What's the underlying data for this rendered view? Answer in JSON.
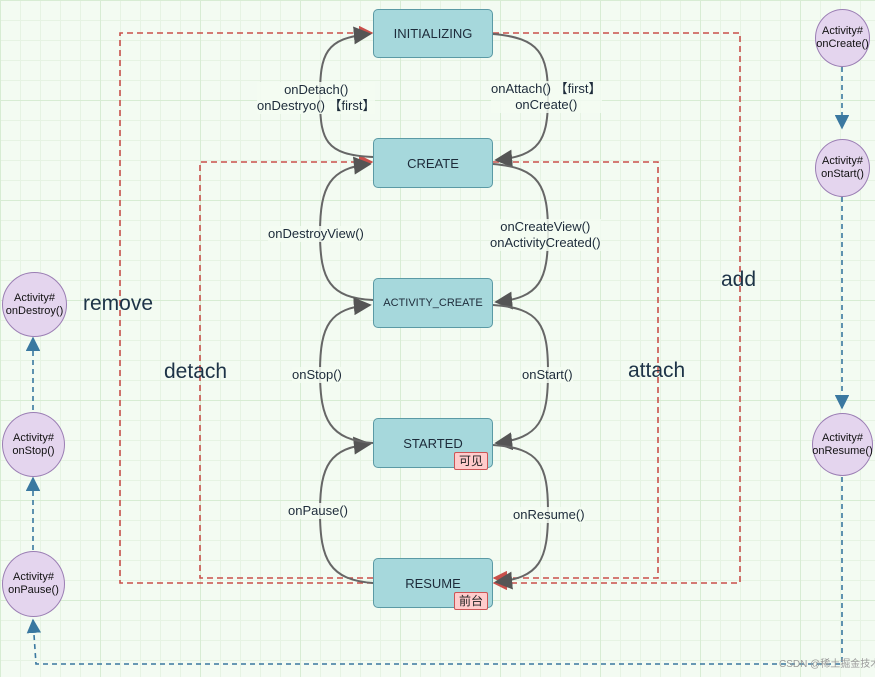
{
  "states": {
    "initializing": "INITIALIZING",
    "create": "CREATE",
    "activity_create": "ACTIVITY_CREATE",
    "started": "STARTED",
    "resume": "RESUME"
  },
  "tags": {
    "visible": "可见",
    "foreground": "前台"
  },
  "transitions": {
    "on_detach": "onDetach()",
    "on_destroy_first": "onDestryo() 【first】",
    "on_attach_first": "onAttach() 【first】",
    "on_create": "onCreate()",
    "on_destroy_view": "onDestroyView()",
    "on_create_view": "onCreateView()",
    "on_activity_created": "onActivityCreated()",
    "on_stop": "onStop()",
    "on_start": "onStart()",
    "on_pause": "onPause()",
    "on_resume": "onResume()"
  },
  "operations": {
    "remove": "remove",
    "detach": "detach",
    "attach": "attach",
    "add": "add"
  },
  "activity_right": [
    {
      "line1": "Activity#",
      "line2": "onCreate()"
    },
    {
      "line1": "Activity#",
      "line2": "onStart()"
    },
    {
      "line1": "Activity#",
      "line2": "onResume()"
    }
  ],
  "activity_left": [
    {
      "line1": "Activity#",
      "line2": "onDestroy()"
    },
    {
      "line1": "Activity#",
      "line2": "onStop()"
    },
    {
      "line1": "Activity#",
      "line2": "onPause()"
    }
  ],
  "watermark": "CSDN @稀土掘金技术社区",
  "colors": {
    "state_fill": "#a6d8dc",
    "activity_fill": "#e4d5ee",
    "tag_fill": "#ffcccc",
    "dashed_red": "#c9504b",
    "dashed_blue": "#3a78a0",
    "arc_gray": "#666666"
  }
}
